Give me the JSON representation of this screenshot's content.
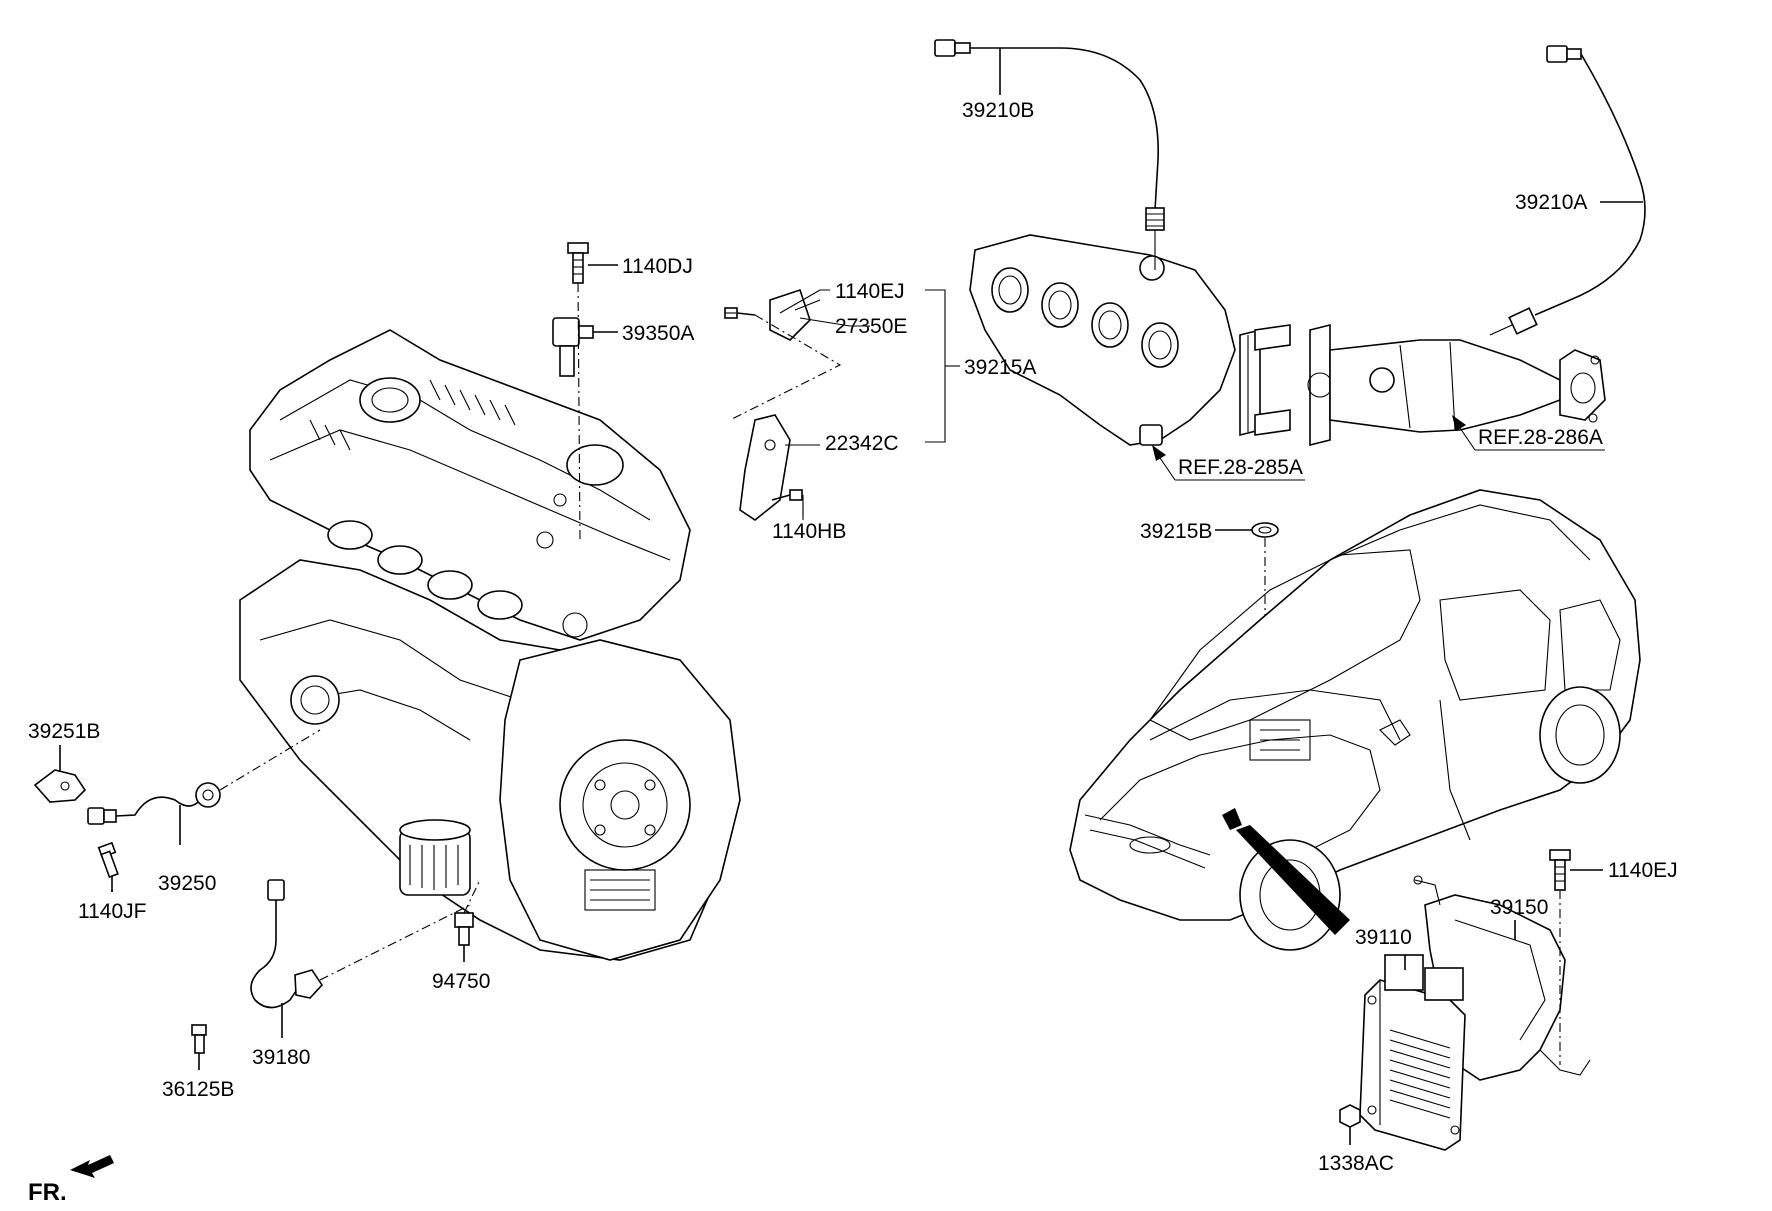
{
  "labels": {
    "p39210B": "39210B",
    "p39210A": "39210A",
    "p1140DJ": "1140DJ",
    "p39350A": "39350A",
    "p1140EJ_top": "1140EJ",
    "p27350E": "27350E",
    "p39215A": "39215A",
    "p22342C": "22342C",
    "p1140HB": "1140HB",
    "p39215B": "39215B",
    "p39251B": "39251B",
    "p39250": "39250",
    "p1140JF": "1140JF",
    "p94750": "94750",
    "p39180": "39180",
    "p36125B": "36125B",
    "p1140EJ_ecu": "1140EJ",
    "p39150": "39150",
    "p39110": "39110",
    "p1338AC": "1338AC"
  },
  "references": {
    "ref285A": "REF.28-285A",
    "ref286A": "REF.28-286A"
  },
  "direction": {
    "front": "FR."
  },
  "colors": {
    "line": "#000000",
    "background": "#ffffff"
  }
}
